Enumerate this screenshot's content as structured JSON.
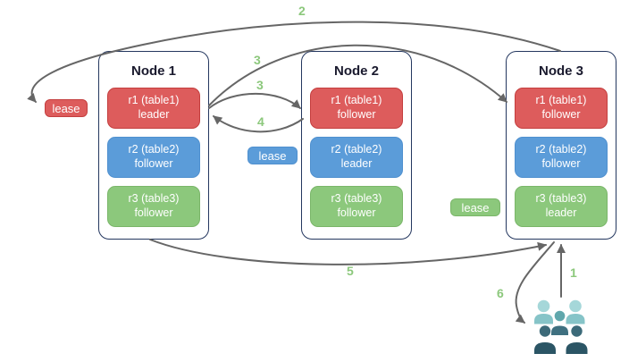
{
  "diagram_title": "replica-leader-follower-lease-flow",
  "nodes": [
    {
      "title": "Node 1",
      "replicas": [
        {
          "name": "r1 (table1)",
          "role": "leader",
          "color": "red"
        },
        {
          "name": "r2 (table2)",
          "role": "follower",
          "color": "blue"
        },
        {
          "name": "r3 (table3)",
          "role": "follower",
          "color": "green"
        }
      ]
    },
    {
      "title": "Node 2",
      "replicas": [
        {
          "name": "r1 (table1)",
          "role": "follower",
          "color": "red"
        },
        {
          "name": "r2 (table2)",
          "role": "leader",
          "color": "blue"
        },
        {
          "name": "r3 (table3)",
          "role": "follower",
          "color": "green"
        }
      ]
    },
    {
      "title": "Node 3",
      "replicas": [
        {
          "name": "r1 (table1)",
          "role": "follower",
          "color": "red"
        },
        {
          "name": "r2 (table2)",
          "role": "follower",
          "color": "blue"
        },
        {
          "name": "r3 (table3)",
          "role": "leader",
          "color": "green"
        }
      ]
    }
  ],
  "leases": {
    "red": {
      "label": "lease"
    },
    "blue": {
      "label": "lease"
    },
    "green": {
      "label": "lease"
    }
  },
  "steps": {
    "s1": "1",
    "s2": "2",
    "s3a": "3",
    "s3b": "3",
    "s4": "4",
    "s5": "5",
    "s6": "6"
  },
  "icons": {
    "users": "users-group-icon"
  },
  "colors": {
    "leader_red": "#dd5c5c",
    "red_border": "#c43e3e",
    "follower_blue": "#5b9cd9",
    "replica_green": "#8cc87c",
    "node_border": "#24375f",
    "arrow_gray": "#666666",
    "step_label_green": "#8cc87c",
    "users_light_teal": "#a5d7d9",
    "users_mid_teal": "#60a7ac",
    "users_dark_slate": "#2b5565"
  }
}
